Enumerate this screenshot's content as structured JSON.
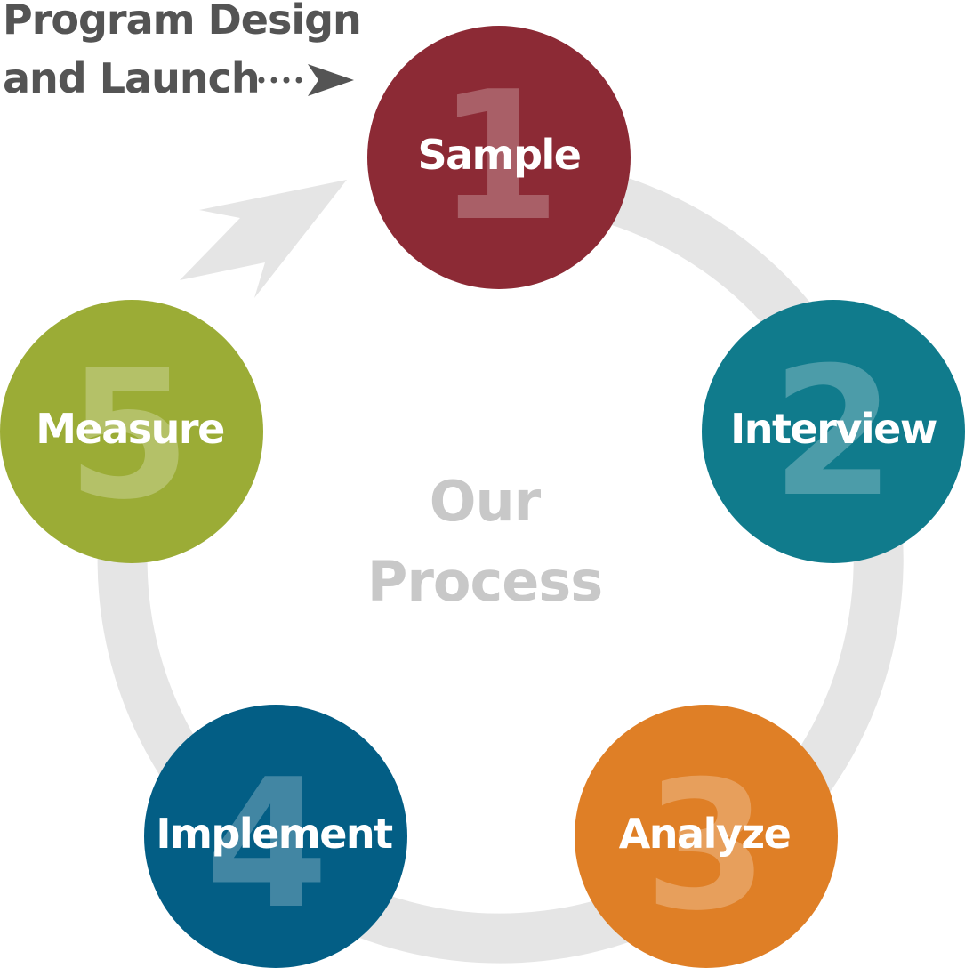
{
  "launch": {
    "line1": "Program Design",
    "line2": "and Launch"
  },
  "center": {
    "line1": "Our",
    "line2": "Process"
  },
  "steps": [
    {
      "number": "1",
      "label": "Sample",
      "color": "#8c2a35"
    },
    {
      "number": "2",
      "label": "Interview",
      "color": "#107b8c"
    },
    {
      "number": "3",
      "label": "Analyze",
      "color": "#df7f26"
    },
    {
      "number": "4",
      "label": "Implement",
      "color": "#035e85"
    },
    {
      "number": "5",
      "label": "Measure",
      "color": "#9bac36"
    }
  ],
  "colors": {
    "ring": "#e5e5e5",
    "launch_text": "#545454",
    "center_text": "#c8c8c8"
  }
}
